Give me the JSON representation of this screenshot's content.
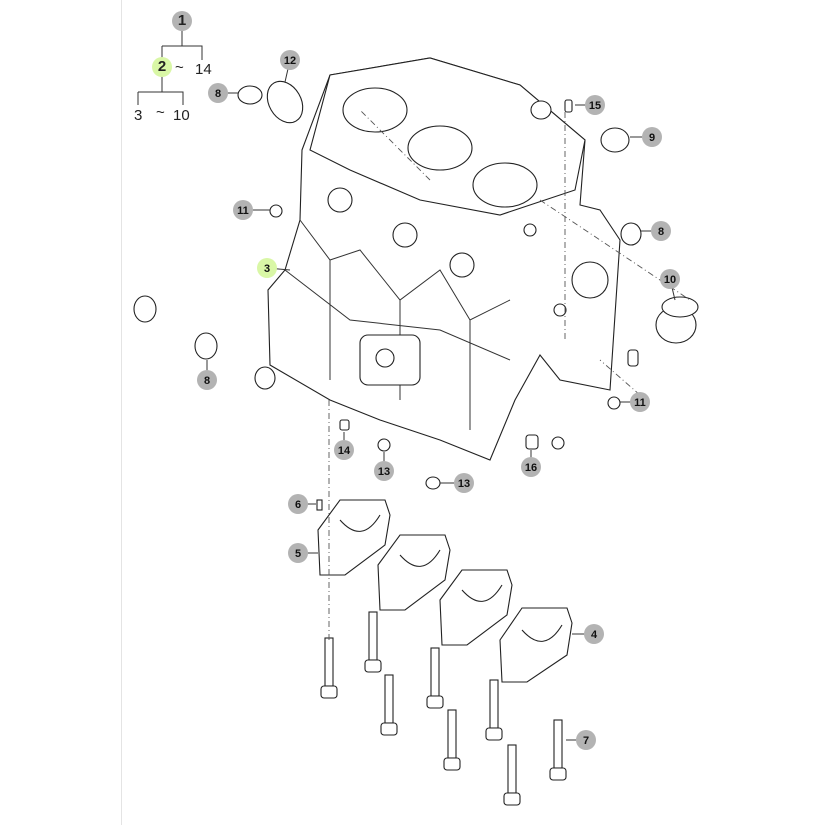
{
  "tree": {
    "root": "1",
    "level1_start": "2",
    "level1_sep": "~",
    "level1_end": "14",
    "level2_start": "3",
    "level2_sep": "~",
    "level2_end": "10"
  },
  "callouts": [
    {
      "label": "8",
      "highlight": false
    },
    {
      "label": "12",
      "highlight": false
    },
    {
      "label": "15",
      "highlight": false
    },
    {
      "label": "9",
      "highlight": false
    },
    {
      "label": "11",
      "highlight": false
    },
    {
      "label": "3",
      "highlight": true
    },
    {
      "label": "8",
      "highlight": false
    },
    {
      "label": "10",
      "highlight": false
    },
    {
      "label": "8",
      "highlight": false
    },
    {
      "label": "11",
      "highlight": false
    },
    {
      "label": "14",
      "highlight": false
    },
    {
      "label": "13",
      "highlight": false
    },
    {
      "label": "13",
      "highlight": false
    },
    {
      "label": "16",
      "highlight": false
    },
    {
      "label": "6",
      "highlight": false
    },
    {
      "label": "5",
      "highlight": false
    },
    {
      "label": "4",
      "highlight": false
    },
    {
      "label": "7",
      "highlight": false
    }
  ],
  "colors": {
    "callout": "#b3b3b3",
    "highlight": "#d9f7a6",
    "line": "#222222"
  }
}
